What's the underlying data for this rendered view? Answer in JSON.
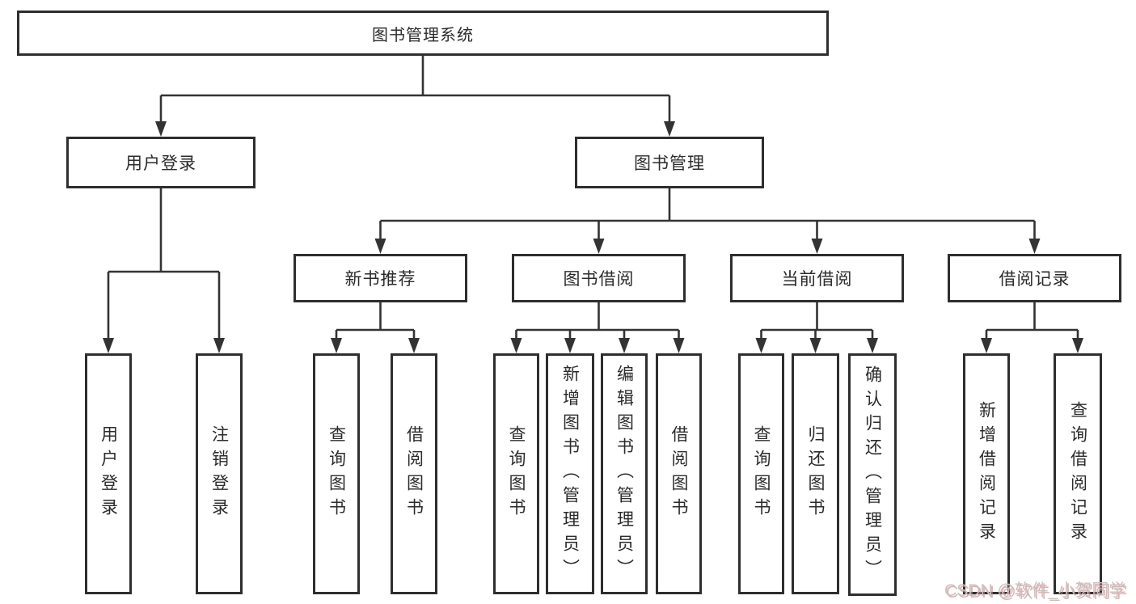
{
  "diagram_title": "图书管理系统",
  "tree": {
    "root": {
      "label": "图书管理系统"
    },
    "branches": [
      {
        "label": "用户登录",
        "children": [
          {
            "label": "用户登录"
          },
          {
            "label": "注销登录"
          }
        ]
      },
      {
        "label": "图书管理",
        "groups": [
          {
            "label": "新书推荐",
            "children": [
              {
                "label": "查询图书"
              },
              {
                "label": "借阅图书"
              }
            ]
          },
          {
            "label": "图书借阅",
            "children": [
              {
                "label": "查询图书"
              },
              {
                "label": "新增图书（管理员）"
              },
              {
                "label": "编辑图书（管理员）"
              },
              {
                "label": "借阅图书"
              }
            ]
          },
          {
            "label": "当前借阅",
            "children": [
              {
                "label": "查询图书"
              },
              {
                "label": "归还图书"
              },
              {
                "label": "确认归还（管理员）"
              }
            ]
          },
          {
            "label": "借阅记录",
            "children": [
              {
                "label": "新增借阅记录"
              },
              {
                "label": "查询借阅记录"
              }
            ]
          }
        ]
      }
    ]
  },
  "watermark": {
    "text": "CSDN @软件_小贺同学"
  },
  "colors": {
    "line": "#333333",
    "box_border": "#2e2e2e",
    "text": "#2b2b2b",
    "background": "#ffffff",
    "watermark": "#c4c4c4",
    "watermark_shadow": "#d98c86"
  }
}
